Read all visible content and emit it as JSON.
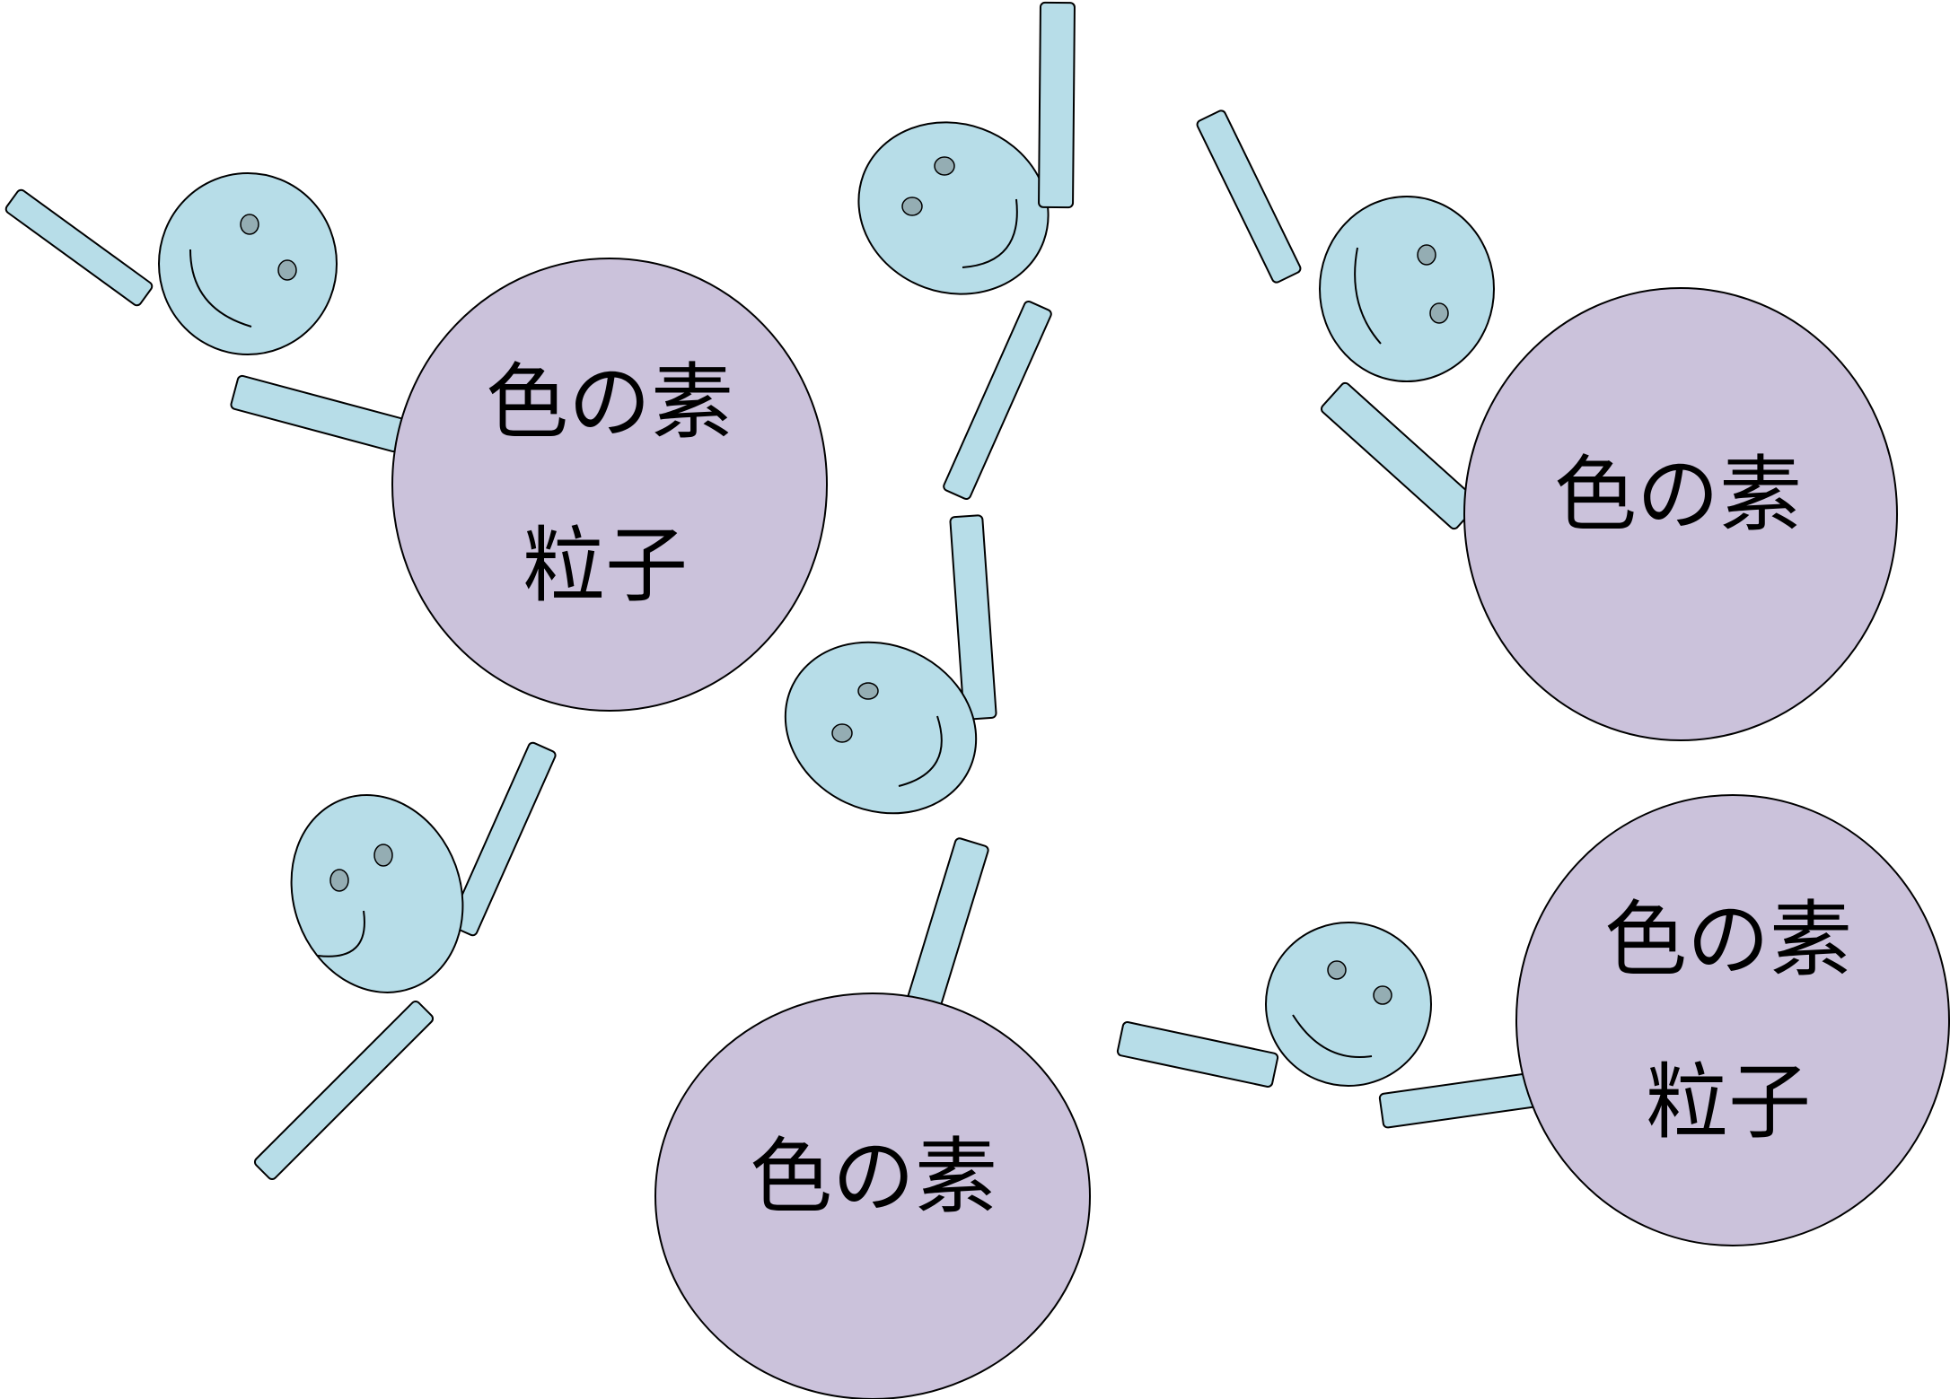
{
  "colors": {
    "particle_fill": "#cbc2db",
    "character_fill": "#b7dde8",
    "eye_fill": "#94adb3",
    "stroke": "#000000",
    "background": "#ffffff"
  },
  "particles": [
    {
      "line1": "色の素",
      "line2": "粒子"
    },
    {
      "line1": "色の素"
    },
    {
      "line1": "色の素"
    },
    {
      "line1": "色の素",
      "line2": "粒子"
    }
  ]
}
